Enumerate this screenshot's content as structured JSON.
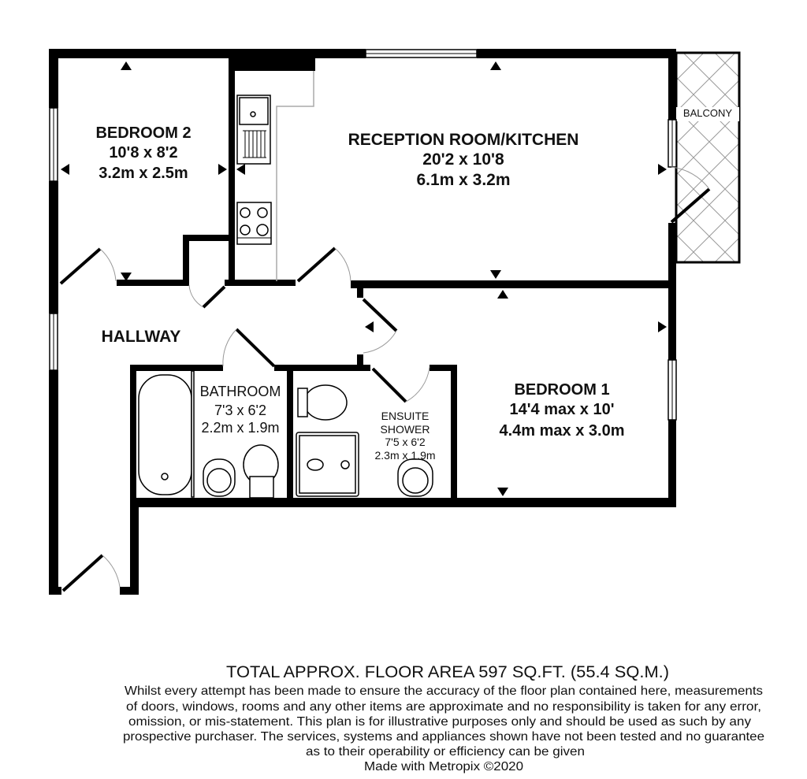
{
  "rooms": {
    "bedroom2": {
      "name": "BEDROOM 2",
      "imperial": "10'8 x 8'2",
      "metric": "3.2m x 2.5m"
    },
    "reception": {
      "name": "RECEPTION ROOM/KITCHEN",
      "imperial": "20'2 x 10'8",
      "metric": "6.1m x 3.2m"
    },
    "balcony": {
      "name": "BALCONY"
    },
    "hallway": {
      "name": "HALLWAY"
    },
    "bathroom": {
      "name": "BATHROOM",
      "imperial": "7'3 x 6'2",
      "metric": "2.2m x 1.9m"
    },
    "ensuite": {
      "name_line1": "ENSUITE",
      "name_line2": "SHOWER",
      "imperial": "7'5 x 6'2",
      "metric": "2.3m x 1.9m"
    },
    "bedroom1": {
      "name": "BEDROOM 1",
      "imperial": "14'4 max x 10'",
      "metric": "4.4m max x 3.0m"
    }
  },
  "footer": {
    "total_area": "TOTAL APPROX. FLOOR AREA 597 SQ.FT. (55.4 SQ.M.)",
    "disclaimer_lines": [
      "Whilst every attempt has been made to ensure the accuracy of the floor plan contained here, measurements",
      "of doors, windows, rooms and any other items are approximate and no responsibility is taken for any error,",
      "omission, or mis-statement. This plan is for illustrative purposes only and should be used as such by any",
      "prospective purchaser. The services, systems and appliances shown have not been tested and no guarantee",
      "as to their operability or efficiency can be given"
    ],
    "credit": "Made with Metropix ©2020"
  }
}
